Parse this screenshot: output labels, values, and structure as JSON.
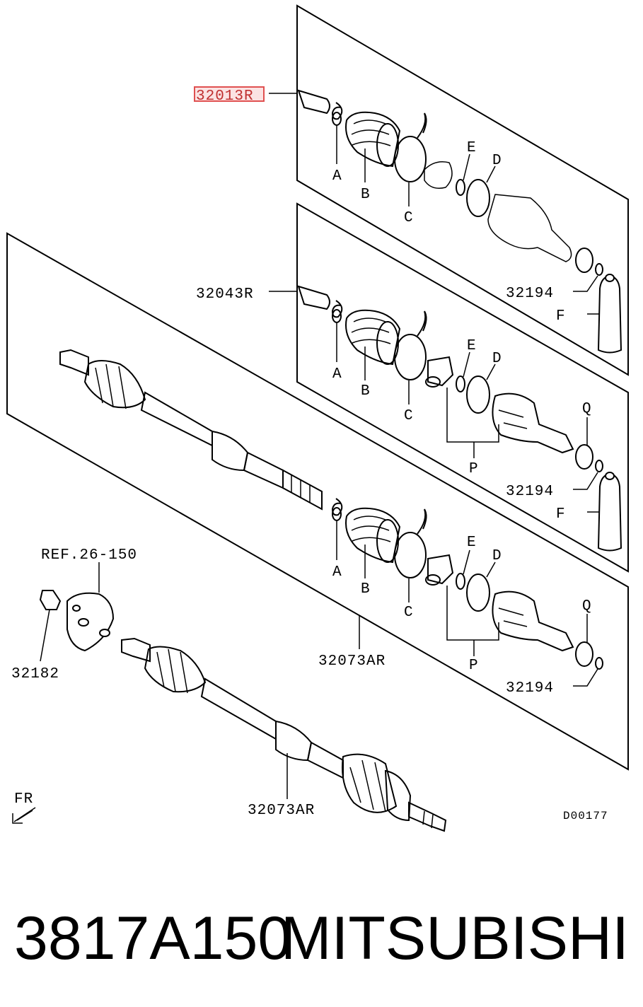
{
  "callouts": {
    "top_assembly": "32013R",
    "middle_assembly": "32043R",
    "full_shaft_box": "32073AR",
    "bottom_shaft": "32073AR",
    "ring_1": "32194",
    "ring_2": "32194",
    "ring_3": "32194",
    "nut": "32182",
    "ref": "REF.26-150"
  },
  "letters": {
    "a": "A",
    "b": "B",
    "c": "C",
    "d": "D",
    "e": "E",
    "f": "F",
    "p": "P",
    "q": "Q"
  },
  "fr_label": "FR",
  "drawing_code": "D00177",
  "footer": {
    "part_number": "3817A150",
    "brand": "MITSUBISHI"
  },
  "highlight_color": "#e05050"
}
